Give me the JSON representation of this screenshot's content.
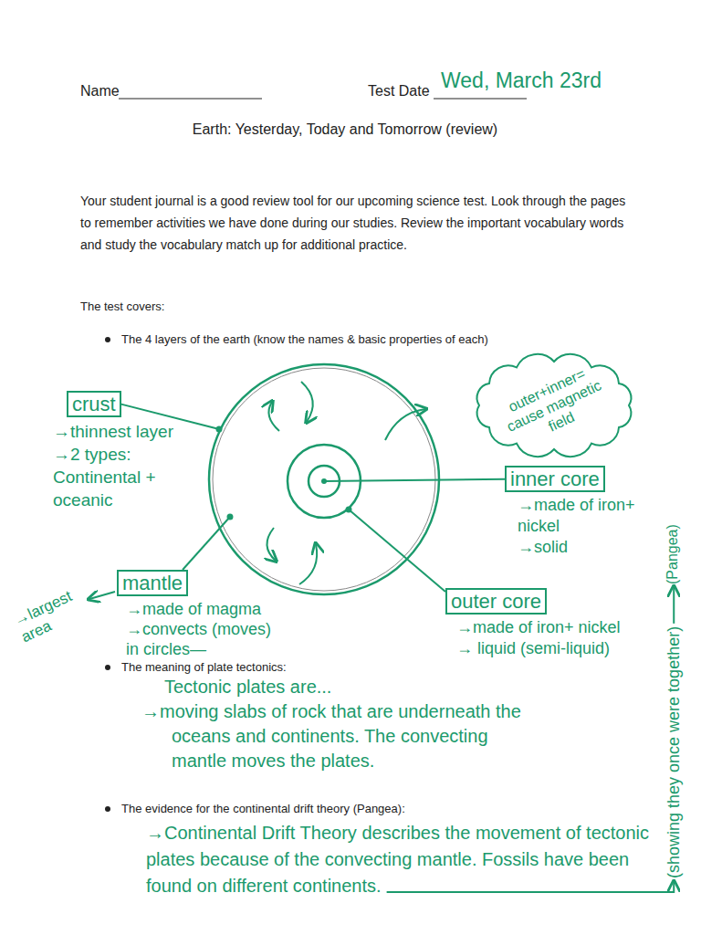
{
  "diagram": {
    "title": "Earth:  Yesterday, Today and Tomorrow (review)",
    "nodes": [
      {
        "text": [
          "crust",
          "→thinnest layer",
          "→2 types: Continental + oceanic"
        ]
      },
      {
        "text": [
          "outer+inner= cause magnetic field"
        ]
      },
      {
        "text": [
          "inner core",
          "→made of iron+ nickel",
          "→solid"
        ]
      },
      {
        "text": [
          "mantle",
          "→made of magma",
          "→convects (moves) in circles—"
        ]
      },
      {
        "text": [
          "outer core",
          "→made of iron+ nickel",
          "→ liquid (semi-liquid)"
        ]
      }
    ],
    "labels": [
      "Name",
      "Test Date",
      "Wed, March 23rd",
      "Your student journal is a good review tool for our upcoming science test.  Look through the pages to remember activities we have done during our studies.  Review the important vocabulary words and study the vocabulary match up for additional practice.",
      "The test covers:",
      "The 4 layers of the earth (know the names & basic properties of each)",
      "→largest area",
      "The meaning of plate tectonics:",
      "Tectonic plates are...",
      "→moving slabs of rock that are underneath the oceans and continents. The convecting mantle moves the plates.",
      "The evidence for the continental drift theory (Pangea):",
      "→Continental Drift Theory describes the movement of tectonic plates because of the convecting mantle. Fossils have been found on different continents.",
      "(showing they once were together)",
      "(Pangea)"
    ]
  }
}
